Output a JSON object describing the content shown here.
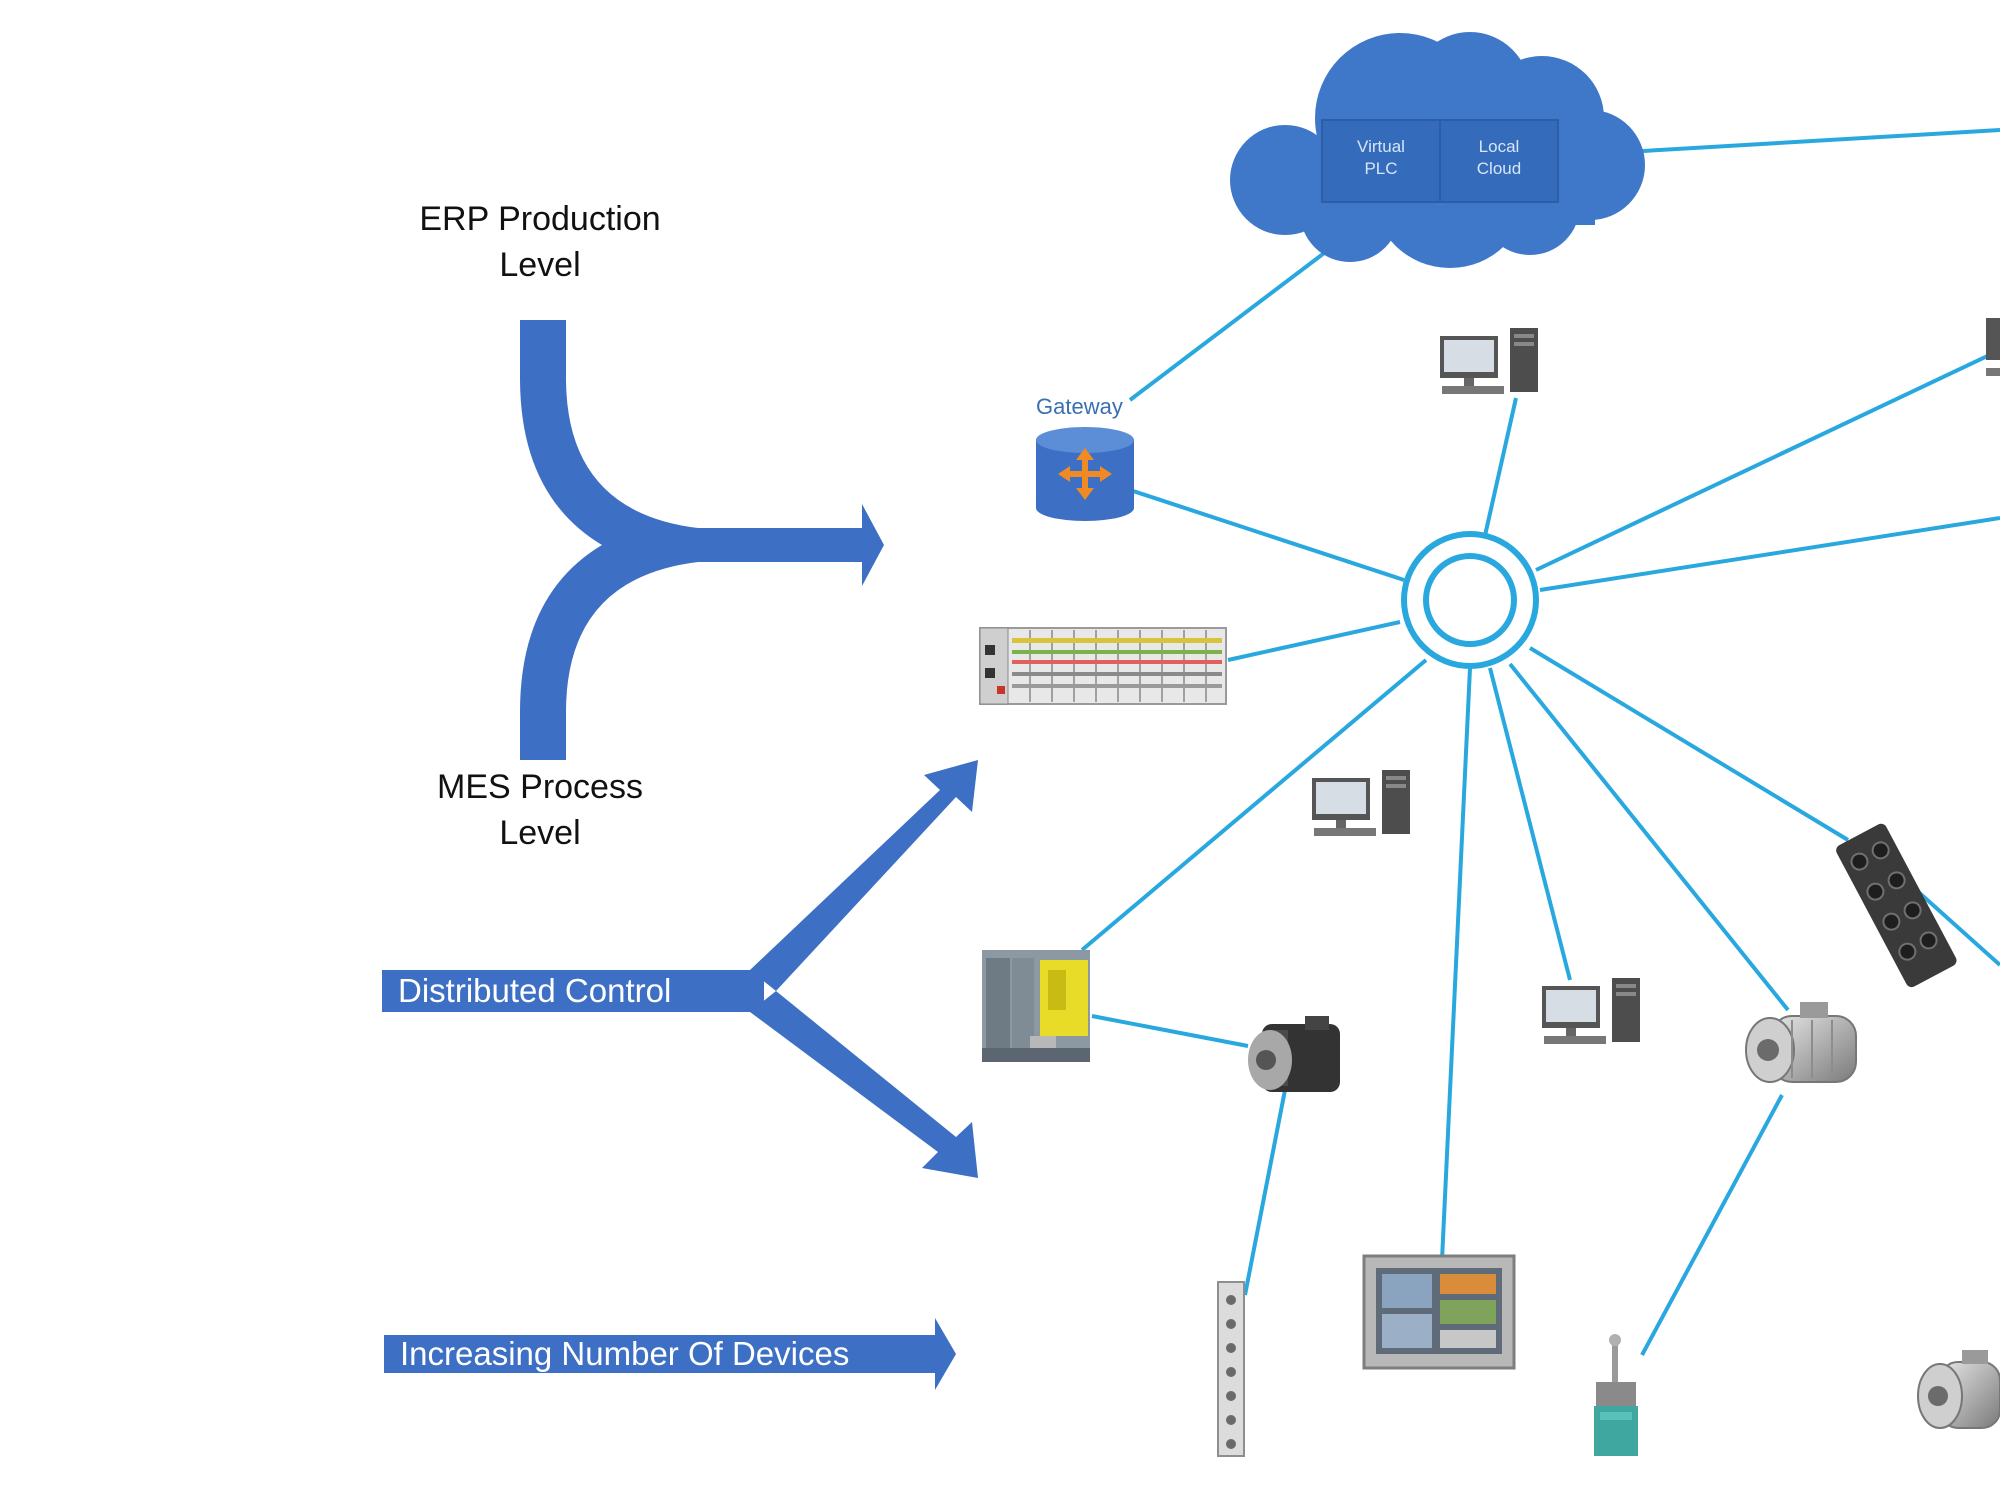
{
  "labels": {
    "erp": [
      "ERP Production",
      "Level"
    ],
    "mes": [
      "MES Process",
      "Level"
    ],
    "distributed": "Distributed Control",
    "increasing": "Increasing Number Of Devices",
    "gateway": "Gateway",
    "virtual_plc": [
      "Virtual",
      "PLC"
    ],
    "local_cloud": [
      "Local",
      "Cloud"
    ]
  },
  "colors": {
    "arrow": "#3d6fc4",
    "link": "#29a8df",
    "cloud": "#3f78c9",
    "cloud_box": "#356bbb",
    "device_gray": "#7d7d7d"
  },
  "icons": [
    "cloud-icon",
    "gateway-icon",
    "hub-ring-icon",
    "io-module-rack-icon",
    "desktop-computer-icon",
    "plc-controller-icon",
    "servo-motor-icon",
    "electric-motor-icon",
    "hmi-panel-icon",
    "limit-switch-icon",
    "io-strip-icon",
    "io-block-icon"
  ]
}
